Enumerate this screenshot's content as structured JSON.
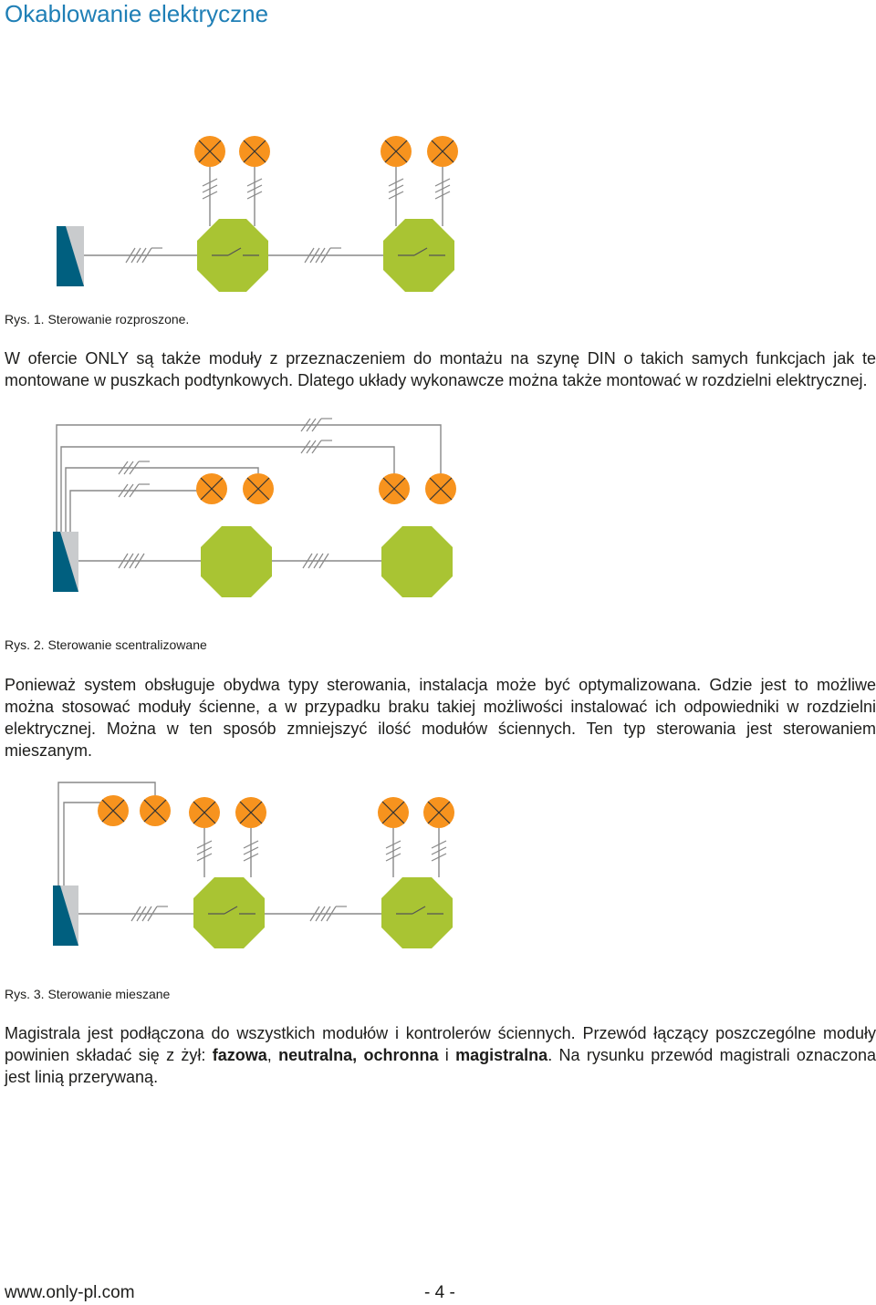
{
  "page": {
    "title": "Okablowanie elektryczne",
    "footer_url": "www.only-pl.com",
    "footer_page": "- 4 -"
  },
  "colors": {
    "title_blue": "#1f7fb6",
    "lamp_orange": "#f7931e",
    "module_green": "#a9c433",
    "controller_teal": "#005f7f",
    "controller_grey": "#c9cbcd",
    "wire_grey": "#888888"
  },
  "fig1": {
    "caption": "Rys. 1. Sterowanie rozproszone."
  },
  "para1": {
    "text": "W ofercie ONLY są także moduły z przeznaczeniem do montażu na szynę DIN o takich samych funkcjach jak te montowane w puszkach podtynkowych. Dlatego układy wykonawcze można także montować w rozdzielni elektrycznej."
  },
  "fig2": {
    "caption": "Rys. 2. Sterowanie scentralizowane"
  },
  "para2": {
    "text": "Ponieważ system obsługuje obydwa typy sterowania, instalacja może być optymalizowana. Gdzie jest to możliwe można stosować moduły ścienne, a w przypadku braku takiej możliwości instalować ich odpowiedniki w rozdzielni elektrycznej. Można w ten sposób zmniejszyć ilość modułów ściennych. Ten typ sterowania jest sterowaniem mieszanym."
  },
  "fig3": {
    "caption": "Rys. 3. Sterowanie mieszane"
  },
  "para3": {
    "intro": "Magistrala jest podłączona do wszystkich modułów i kontrolerów ściennych. Przewód łączący poszczególne moduły powinien składać się z żył: ",
    "bold1": "fazowa",
    "sep1": ", ",
    "bold2": "neutralna, ochronna",
    "sep2": " i ",
    "bold3": "magistralna",
    "outro": ". Na rysunku przewód magistrali oznaczona jest linią przerywaną."
  }
}
